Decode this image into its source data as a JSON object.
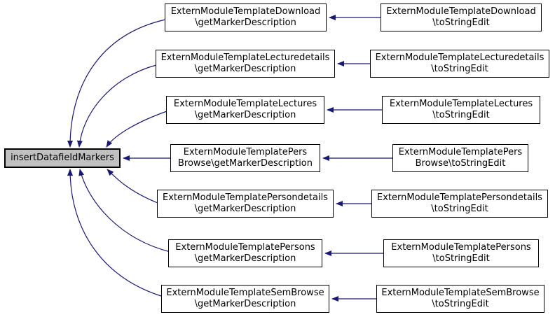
{
  "diagram": {
    "type": "caller-graph",
    "root": {
      "label": "insertDatafieldMarkers"
    },
    "colors": {
      "edge": "#191970",
      "node_fill": "#ffffff",
      "node_border": "#000000",
      "root_fill": "#c0c0c0",
      "root_border": "#000000",
      "canvas_bg": "#ffffff"
    },
    "rows": [
      {
        "caller": {
          "line1": "ExternModuleTemplateDownload",
          "line2": "\\getMarkerDescription"
        },
        "source": {
          "line1": "ExternModuleTemplateDownload",
          "line2": "\\toStringEdit"
        }
      },
      {
        "caller": {
          "line1": "ExternModuleTemplateLecturedetails",
          "line2": "\\getMarkerDescription"
        },
        "source": {
          "line1": "ExternModuleTemplateLecturedetails",
          "line2": "\\toStringEdit"
        }
      },
      {
        "caller": {
          "line1": "ExternModuleTemplateLectures",
          "line2": "\\getMarkerDescription"
        },
        "source": {
          "line1": "ExternModuleTemplateLectures",
          "line2": "\\toStringEdit"
        }
      },
      {
        "caller": {
          "line1": "ExternModuleTemplatePers",
          "line2": "Browse\\getMarkerDescription"
        },
        "source": {
          "line1": "ExternModuleTemplatePers",
          "line2": "Browse\\toStringEdit"
        }
      },
      {
        "caller": {
          "line1": "ExternModuleTemplatePersondetails",
          "line2": "\\getMarkerDescription"
        },
        "source": {
          "line1": "ExternModuleTemplatePersondetails",
          "line2": "\\toStringEdit"
        }
      },
      {
        "caller": {
          "line1": "ExternModuleTemplatePersons",
          "line2": "\\getMarkerDescription"
        },
        "source": {
          "line1": "ExternModuleTemplatePersons",
          "line2": "\\toStringEdit"
        }
      },
      {
        "caller": {
          "line1": "ExternModuleTemplateSemBrowse",
          "line2": "\\getMarkerDescription"
        },
        "source": {
          "line1": "ExternModuleTemplateSemBrowse",
          "line2": "\\toStringEdit"
        }
      }
    ]
  }
}
